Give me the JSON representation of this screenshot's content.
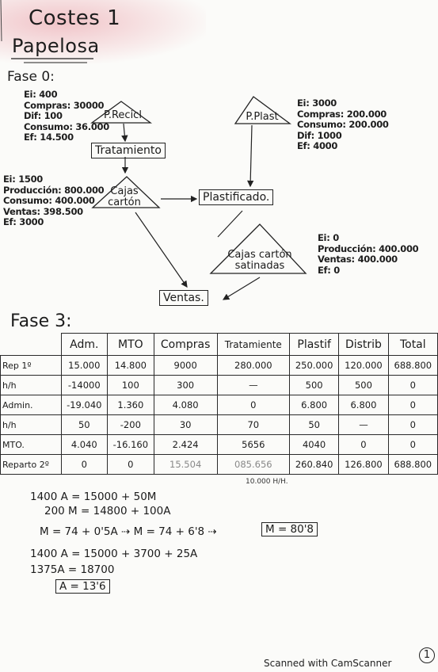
{
  "header": {
    "title": "Costes 1",
    "company": "Papelosa"
  },
  "fase0": {
    "heading": "Fase 0:",
    "nodes": {
      "preciclado": "P.Recicl",
      "tratamiento": "Tratamiento",
      "cajas": "Cajas cartón",
      "plastificado": "Plastificado.",
      "pplast": "P.Plast",
      "satinadas": "Cajas cartón satinadas",
      "ventas": "Ventas."
    },
    "notes": {
      "recicl": [
        "Ei: 400",
        "Compras: 30000",
        "Dif: 100",
        "Consumo: 36.000",
        "Ef: 14.500"
      ],
      "plast": [
        "Ei: 3000",
        "Compras: 200.000",
        "Consumo: 200.000",
        "Dif: 1000",
        "Ef: 4000"
      ],
      "cajas": [
        "Ei: 1500",
        "Producción: 800.000",
        "Consumo: 400.000",
        "Ventas: 398.500",
        "Ef: 3000"
      ],
      "satinadas": [
        "Ei: 0",
        "Producción: 400.000",
        "Ventas: 400.000",
        "Ef: 0"
      ]
    }
  },
  "fase3": {
    "heading": "Fase 3:",
    "columns": [
      "Adm.",
      "MTO",
      "Compras",
      "Tratamiente",
      "Plastif",
      "Distrib",
      "Total"
    ],
    "rows": [
      {
        "label": "Rep 1º",
        "cells": [
          "15.000",
          "14.800",
          "9000",
          "280.000",
          "250.000",
          "120.000",
          "688.800"
        ]
      },
      {
        "label": "h/h",
        "cells": [
          "-14000",
          "100",
          "300",
          "—",
          "500",
          "500",
          "0"
        ]
      },
      {
        "label": "Admin.",
        "cells": [
          "-19.040",
          "1.360",
          "4.080",
          "0",
          "6.800",
          "6.800",
          "0"
        ]
      },
      {
        "label": "h/h",
        "cells": [
          "50",
          "-200",
          "30",
          "70",
          "50",
          "—",
          "0"
        ]
      },
      {
        "label": "MTO.",
        "cells": [
          "4.040",
          "-16.160",
          "2.424",
          "5656",
          "4040",
          "0",
          "0"
        ]
      },
      {
        "label": "Reparto 2º",
        "cells": [
          "0",
          "0",
          "15.504",
          "085.656",
          "260.840",
          "126.800",
          "688.800"
        ]
      }
    ],
    "subnote": "10.000 H/H."
  },
  "equations": [
    "1400 A = 15000 + 50M",
    "200 M = 14800 + 100A",
    "M = 74 + 0'5A  ⇢  M = 74 + 6'8 ⇢",
    "M = 80'8",
    "1400 A = 15000 + 3700 + 25A",
    "1375A = 18700",
    "A = 13'6"
  ],
  "footer": {
    "scanner": "Scanned with CamScanner",
    "page": "1"
  }
}
